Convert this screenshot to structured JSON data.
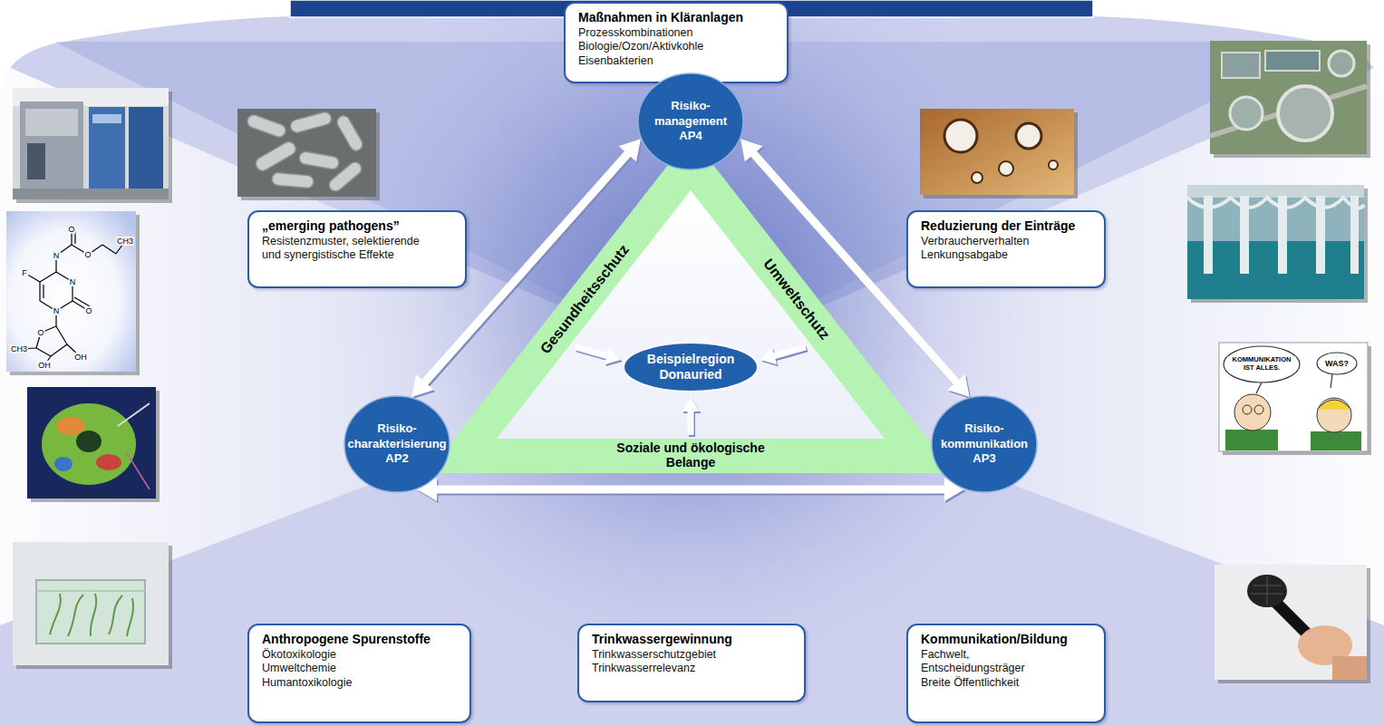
{
  "diagram": {
    "nodes": [
      {
        "text": [
          "Maßnahmen in Kläranlagen",
          "Prozesskombinationen Biologie/Ozon/Aktivkohle Eisenbakterien"
        ]
      },
      {
        "text": [
          "Risiko- management AP4"
        ]
      },
      {
        "text": [
          "Gesundheitsschutz",
          "Umweltschutz",
          "Soziale und ökologische Belange"
        ]
      },
      {
        "text": [
          "Beispielregion Donauried"
        ],
        "in": 2
      },
      {
        "text": [
          "„emerging pathogens”",
          "Resistenzmuster, selektierende und synergistische Effekte"
        ]
      },
      {
        "text": [
          "Reduzierung der Einträge",
          "Verbraucherverhalten Lenkungsabgabe"
        ]
      },
      {
        "text": [
          "Risiko- charakterisierung AP2"
        ]
      },
      {
        "text": [
          "Risiko- kommunikation AP3"
        ]
      },
      {
        "text": [
          "Anthropogene Spurenstoffe",
          "Ökotoxikologie Umweltchemie Humantoxikologie"
        ]
      },
      {
        "text": [
          "Trinkwassergewinnung",
          "Trinkwasserschutzgebiet Trinkwasserrelevanz"
        ]
      },
      {
        "text": [
          "Kommunikation/Bildung",
          "Fachwelt, Entscheidungsträger Breite Öffentlichkeit"
        ]
      }
    ],
    "edges": [
      {
        "from": 1,
        "to": 6,
        "arrow": "both"
      },
      {
        "from": 1,
        "to": 7,
        "arrow": "both"
      },
      {
        "from": 6,
        "to": 7,
        "arrow": "both"
      }
    ],
    "labels": [
      "KOMMUNIKATION IST ALLES.",
      "WAS?",
      "F",
      "N",
      "O",
      "O",
      "CH3",
      "N",
      "O",
      "N",
      "O",
      "CH3",
      "OH",
      "OH"
    ]
  }
}
